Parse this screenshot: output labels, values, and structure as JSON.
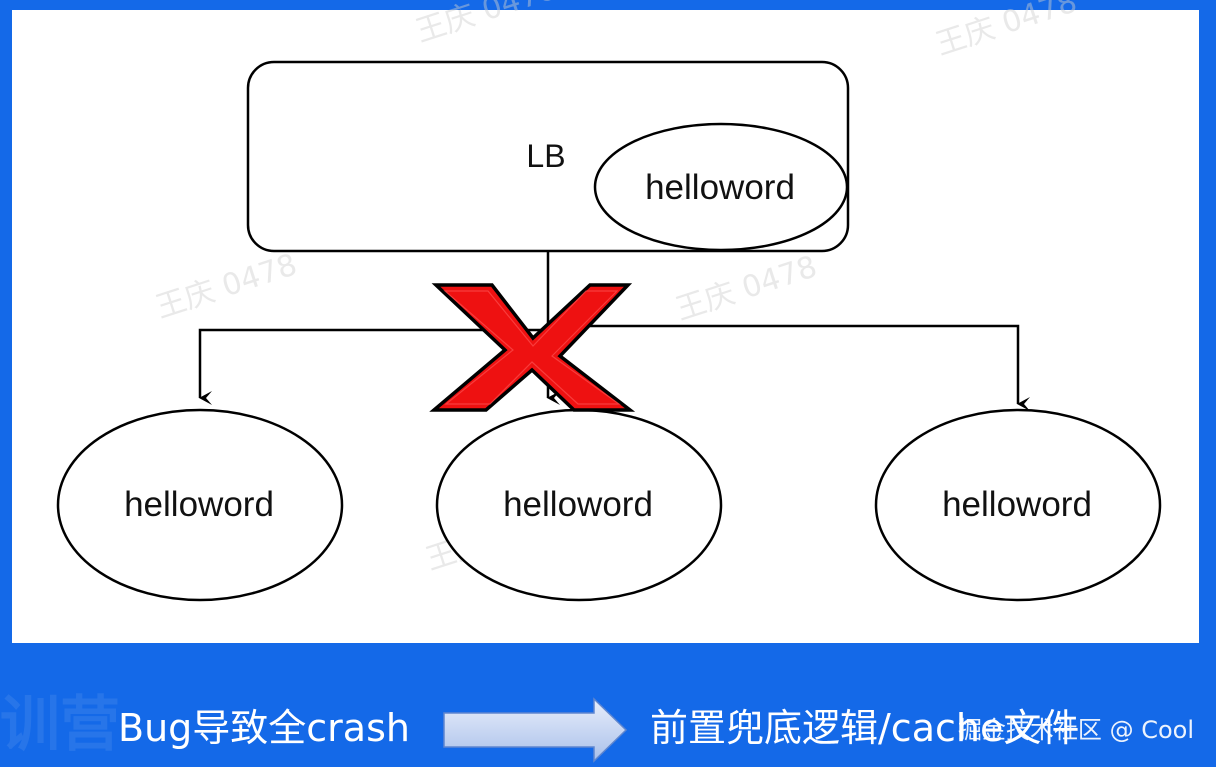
{
  "diagram": {
    "lb_label": "LB",
    "lb_inner_label": "helloword",
    "nodes": [
      {
        "label": "helloword"
      },
      {
        "label": "helloword"
      },
      {
        "label": "helloword"
      }
    ],
    "failure_marker": "x-icon",
    "watermark": "王庆 0478"
  },
  "caption": {
    "left": "Bug导致全crash",
    "right": "前置兜底逻辑/cache文件",
    "arrow_icon": "right-arrow-icon"
  },
  "credit": "掘金技术社区 @ Cool",
  "colors": {
    "background": "#1469e8",
    "panel": "#ffffff",
    "cross": "#ee1111",
    "arrow_fill": "#c8d8f4"
  }
}
